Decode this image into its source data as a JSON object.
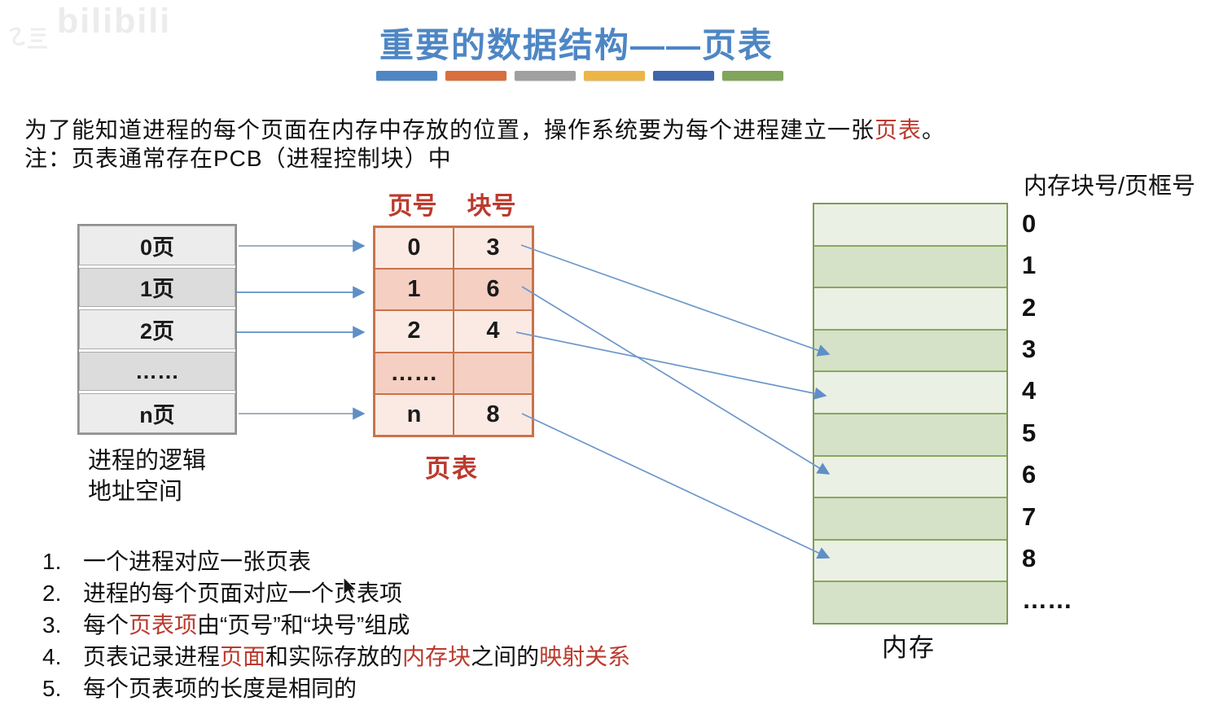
{
  "watermark": {
    "logo_text": "bilibili"
  },
  "title": {
    "text": "重要的数据结构——页表",
    "color": "#4e86c4",
    "underline_colors": [
      "#4f87c5",
      "#d96f3c",
      "#a0a0a0",
      "#ecb546",
      "#3e66ae",
      "#80a55b"
    ]
  },
  "intro": {
    "line1": [
      {
        "text": "为了能知道进程的每个页面在内存中存放的位置，操作系统要为每个进程建立一张",
        "red": false
      },
      {
        "text": "页表",
        "red": true
      },
      {
        "text": "。",
        "red": false
      }
    ],
    "line2": "注：页表通常存在PCB（进程控制块）中"
  },
  "logical_space": {
    "rows": [
      "0页",
      "1页",
      "2页",
      "……",
      "n页"
    ],
    "caption_line1": "进程的逻辑",
    "caption_line2": "地址空间"
  },
  "page_table": {
    "col_headers": [
      "页号",
      "块号"
    ],
    "rows": [
      [
        "0",
        "3"
      ],
      [
        "1",
        "6"
      ],
      [
        "2",
        "4"
      ],
      [
        "……",
        ""
      ],
      [
        "n",
        "8"
      ]
    ],
    "caption": "页表"
  },
  "memory": {
    "header": "内存块号/页框号",
    "row_labels": [
      "0",
      "1",
      "2",
      "3",
      "4",
      "5",
      "6",
      "7",
      "8",
      "……"
    ],
    "caption": "内存",
    "mapped_blocks": [
      3,
      4,
      6,
      8
    ]
  },
  "mappings": [
    {
      "page": "0",
      "block": "3"
    },
    {
      "page": "1",
      "block": "6"
    },
    {
      "page": "2",
      "block": "4"
    },
    {
      "page": "n",
      "block": "8"
    }
  ],
  "notes": [
    {
      "parts": [
        {
          "text": "一个进程对应一张页表",
          "red": false
        }
      ]
    },
    {
      "parts": [
        {
          "text": "进程的每个页面对应一个页表项",
          "red": false
        }
      ]
    },
    {
      "parts": [
        {
          "text": "每个",
          "red": false
        },
        {
          "text": "页表项",
          "red": true
        },
        {
          "text": "由“页号”和“块号”组成",
          "red": false
        }
      ]
    },
    {
      "parts": [
        {
          "text": "页表记录进程",
          "red": false
        },
        {
          "text": "页面",
          "red": true
        },
        {
          "text": "和实际存放的",
          "red": false
        },
        {
          "text": "内存块",
          "red": true
        },
        {
          "text": "之间的",
          "red": false
        },
        {
          "text": "映射关系",
          "red": true
        }
      ]
    },
    {
      "parts": [
        {
          "text": "每个页表项的长度是相同的",
          "red": false
        }
      ]
    }
  ],
  "colors": {
    "highlight_red": "#bb3a2e",
    "title_blue": "#4e86c4",
    "arrow_blue": "#5f8fc7",
    "arrow_gray": "#98a4ae",
    "logical_fill_light": "#ececec",
    "logical_fill_dark": "#dcdcdc",
    "page_fill_light": "#faeae3",
    "page_fill_dark": "#f4cfc2",
    "page_border": "#c9734b",
    "memory_fill_light": "#eaf0e3",
    "memory_fill_dark": "#d5e2c8",
    "memory_border": "#7f9b54"
  }
}
